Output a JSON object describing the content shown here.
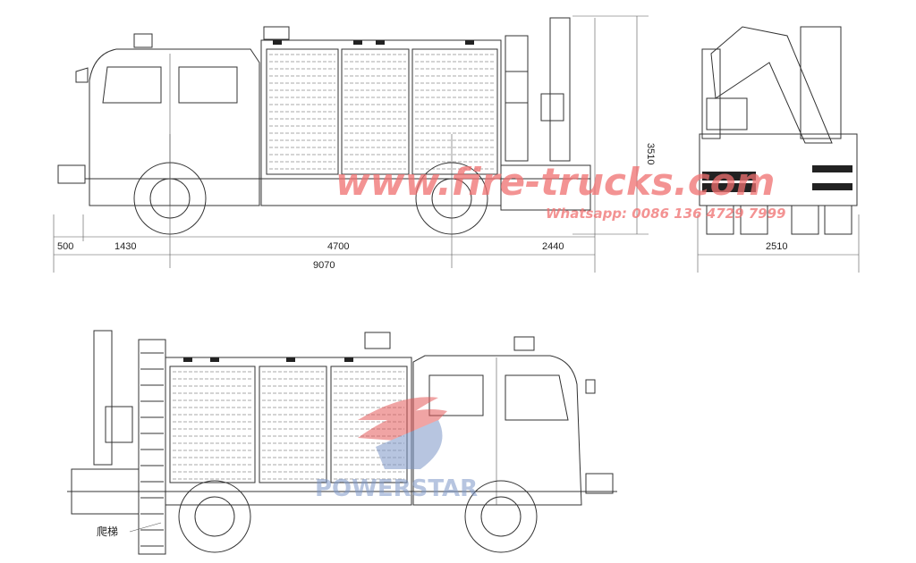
{
  "dimensions": {
    "front_overhang": "500",
    "cab_to_front_axle": "1430",
    "wheelbase": "4700",
    "rear_overhang": "2440",
    "overall_length": "9070",
    "overall_height": "3510",
    "overall_width": "2510"
  },
  "labels": {
    "ladder": "爬梯"
  },
  "watermark": {
    "website": "www.fire-trucks.com",
    "whatsapp": "Whatsapp: 0086 136 4729 7999",
    "logo_text": "POWERSTAR",
    "color": "#f07070"
  }
}
